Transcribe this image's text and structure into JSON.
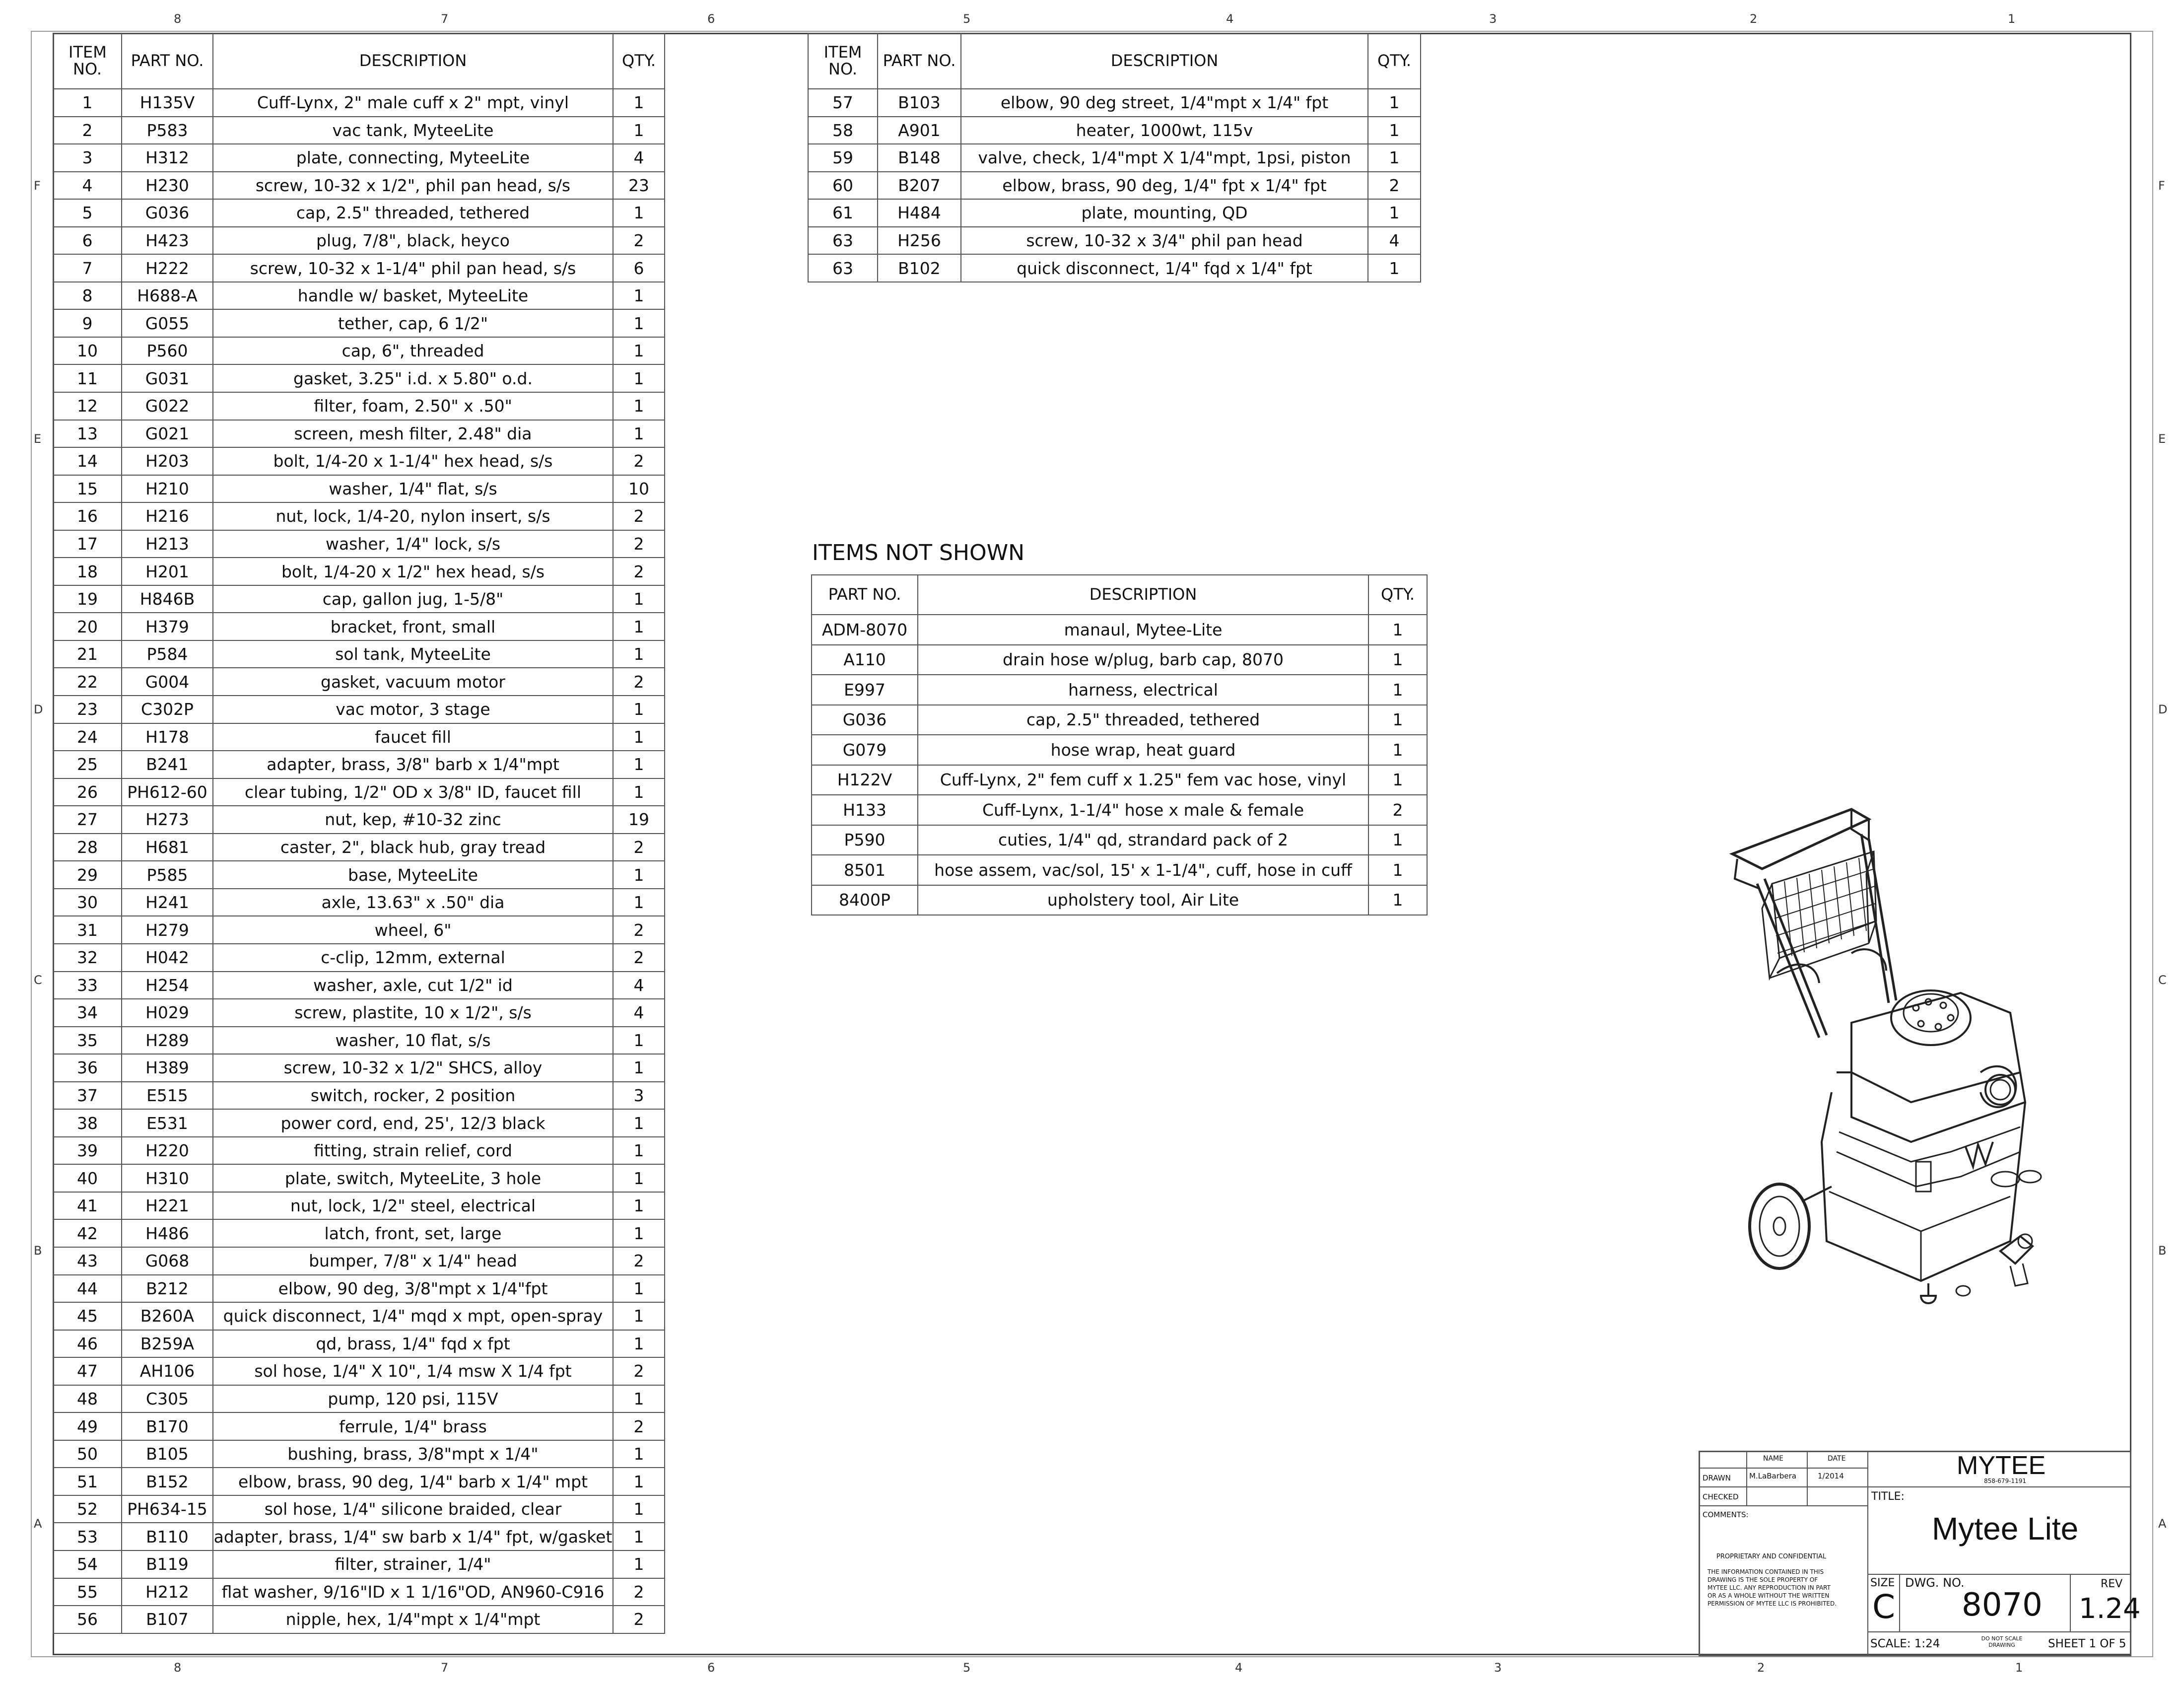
{
  "zones": {
    "columns": [
      "8",
      "7",
      "6",
      "5",
      "4",
      "3",
      "2",
      "1"
    ],
    "rows": [
      "F",
      "E",
      "D",
      "C",
      "B",
      "A"
    ]
  },
  "bom_main": {
    "headers": {
      "item": "ITEM NO.",
      "part": "PART NO.",
      "desc": "DESCRIPTION",
      "qty": "QTY."
    },
    "rows": [
      [
        "1",
        "H135V",
        "Cuff-Lynx, 2\" male cuff x 2\" mpt, vinyl",
        "1"
      ],
      [
        "2",
        "P583",
        "vac tank, MyteeLite",
        "1"
      ],
      [
        "3",
        "H312",
        "plate, connecting, MyteeLite",
        "4"
      ],
      [
        "4",
        "H230",
        "screw, 10-32 x 1/2\", phil pan head, s/s",
        "23"
      ],
      [
        "5",
        "G036",
        "cap, 2.5\" threaded, tethered",
        "1"
      ],
      [
        "6",
        "H423",
        "plug, 7/8\", black, heyco",
        "2"
      ],
      [
        "7",
        "H222",
        "screw, 10-32 x 1-1/4\" phil pan head, s/s",
        "6"
      ],
      [
        "8",
        "H688-A",
        "handle w/ basket, MyteeLite",
        "1"
      ],
      [
        "9",
        "G055",
        "tether, cap, 6 1/2\"",
        "1"
      ],
      [
        "10",
        "P560",
        "cap, 6\", threaded",
        "1"
      ],
      [
        "11",
        "G031",
        "gasket, 3.25\" i.d. x 5.80\" o.d.",
        "1"
      ],
      [
        "12",
        "G022",
        "filter, foam, 2.50\" x .50\"",
        "1"
      ],
      [
        "13",
        "G021",
        "screen, mesh filter, 2.48\" dia",
        "1"
      ],
      [
        "14",
        "H203",
        "bolt, 1/4-20 x 1-1/4\" hex head, s/s",
        "2"
      ],
      [
        "15",
        "H210",
        "washer, 1/4\" flat, s/s",
        "10"
      ],
      [
        "16",
        "H216",
        "nut, lock, 1/4-20, nylon insert, s/s",
        "2"
      ],
      [
        "17",
        "H213",
        "washer, 1/4\" lock, s/s",
        "2"
      ],
      [
        "18",
        "H201",
        "bolt, 1/4-20 x 1/2\" hex head, s/s",
        "2"
      ],
      [
        "19",
        "H846B",
        "cap, gallon jug, 1-5/8\"",
        "1"
      ],
      [
        "20",
        "H379",
        "bracket, front, small",
        "1"
      ],
      [
        "21",
        "P584",
        "sol tank, MyteeLite",
        "1"
      ],
      [
        "22",
        "G004",
        "gasket, vacuum motor",
        "2"
      ],
      [
        "23",
        "C302P",
        "vac motor, 3 stage",
        "1"
      ],
      [
        "24",
        "H178",
        "faucet fill",
        "1"
      ],
      [
        "25",
        "B241",
        "adapter, brass, 3/8\" barb x 1/4\"mpt",
        "1"
      ],
      [
        "26",
        "PH612-60",
        "clear tubing, 1/2\" OD x 3/8\" ID, faucet fill",
        "1"
      ],
      [
        "27",
        "H273",
        "nut, kep, #10-32 zinc",
        "19"
      ],
      [
        "28",
        "H681",
        "caster, 2\", black hub, gray tread",
        "2"
      ],
      [
        "29",
        "P585",
        "base, MyteeLite",
        "1"
      ],
      [
        "30",
        "H241",
        "axle, 13.63\" x .50\" dia",
        "1"
      ],
      [
        "31",
        "H279",
        "wheel, 6\"",
        "2"
      ],
      [
        "32",
        "H042",
        "c-clip, 12mm, external",
        "2"
      ],
      [
        "33",
        "H254",
        "washer, axle, cut 1/2\" id",
        "4"
      ],
      [
        "34",
        "H029",
        "screw, plastite, 10 x 1/2\", s/s",
        "4"
      ],
      [
        "35",
        "H289",
        "washer, 10 flat, s/s",
        "1"
      ],
      [
        "36",
        "H389",
        "screw, 10-32 x 1/2\" SHCS, alloy",
        "1"
      ],
      [
        "37",
        "E515",
        "switch, rocker, 2 position",
        "3"
      ],
      [
        "38",
        "E531",
        "power cord, end, 25', 12/3 black",
        "1"
      ],
      [
        "39",
        "H220",
        "fitting, strain relief, cord",
        "1"
      ],
      [
        "40",
        "H310",
        "plate, switch, MyteeLite, 3 hole",
        "1"
      ],
      [
        "41",
        "H221",
        "nut, lock, 1/2\" steel, electrical",
        "1"
      ],
      [
        "42",
        "H486",
        "latch, front, set, large",
        "1"
      ],
      [
        "43",
        "G068",
        "bumper, 7/8\" x 1/4\" head",
        "2"
      ],
      [
        "44",
        "B212",
        "elbow, 90 deg, 3/8\"mpt x 1/4\"fpt",
        "1"
      ],
      [
        "45",
        "B260A",
        "quick disconnect, 1/4\" mqd x mpt, open-spray",
        "1"
      ],
      [
        "46",
        "B259A",
        "qd, brass, 1/4\" fqd x fpt",
        "1"
      ],
      [
        "47",
        "AH106",
        "sol hose, 1/4\" X 10\", 1/4 msw X 1/4 fpt",
        "2"
      ],
      [
        "48",
        "C305",
        "pump, 120 psi, 115V",
        "1"
      ],
      [
        "49",
        "B170",
        "ferrule, 1/4\" brass",
        "2"
      ],
      [
        "50",
        "B105",
        "bushing, brass, 3/8\"mpt x 1/4\"",
        "1"
      ],
      [
        "51",
        "B152",
        "elbow, brass, 90 deg, 1/4\" barb x 1/4\" mpt",
        "1"
      ],
      [
        "52",
        "PH634-15",
        "sol hose, 1/4\" silicone braided, clear",
        "1"
      ],
      [
        "53",
        "B110",
        "adapter, brass, 1/4\" sw barb x 1/4\" fpt, w/gasket",
        "1"
      ],
      [
        "54",
        "B119",
        "filter, strainer, 1/4\"",
        "1"
      ],
      [
        "55",
        "H212",
        "flat washer, 9/16\"ID x 1 1/16\"OD, AN960-C916",
        "2"
      ],
      [
        "56",
        "B107",
        "nipple, hex, 1/4\"mpt x 1/4\"mpt",
        "2"
      ]
    ]
  },
  "bom_second": {
    "headers": {
      "item": "ITEM NO.",
      "part": "PART NO.",
      "desc": "DESCRIPTION",
      "qty": "QTY."
    },
    "rows": [
      [
        "57",
        "B103",
        "elbow, 90 deg street, 1/4\"mpt x 1/4\" fpt",
        "1"
      ],
      [
        "58",
        "A901",
        "heater, 1000wt, 115v",
        "1"
      ],
      [
        "59",
        "B148",
        "valve, check, 1/4\"mpt X 1/4\"mpt, 1psi, piston",
        "1"
      ],
      [
        "60",
        "B207",
        "elbow, brass, 90 deg, 1/4\" fpt x 1/4\" fpt",
        "2"
      ],
      [
        "61",
        "H484",
        "plate, mounting, QD",
        "1"
      ],
      [
        "63",
        "H256",
        "screw, 10-32 x 3/4\" phil pan head",
        "4"
      ],
      [
        "63",
        "B102",
        "quick disconnect, 1/4\" fqd x 1/4\" fpt",
        "1"
      ]
    ]
  },
  "items_not_shown": {
    "title": "ITEMS NOT SHOWN",
    "headers": {
      "part": "PART NO.",
      "desc": "DESCRIPTION",
      "qty": "QTY."
    },
    "rows": [
      [
        "ADM-8070",
        "manaul, Mytee-Lite",
        "1"
      ],
      [
        "A110",
        "drain hose w/plug, barb cap, 8070",
        "1"
      ],
      [
        "E997",
        "harness, electrical",
        "1"
      ],
      [
        "G036",
        "cap, 2.5\" threaded, tethered",
        "1"
      ],
      [
        "G079",
        "hose wrap, heat guard",
        "1"
      ],
      [
        "H122V",
        "Cuff-Lynx, 2\" fem cuff x 1.25\" fem vac hose, vinyl",
        "1"
      ],
      [
        "H133",
        "Cuff-Lynx, 1-1/4\" hose x male & female",
        "2"
      ],
      [
        "P590",
        "cuties, 1/4\" qd, strandard pack of 2",
        "1"
      ],
      [
        "8501",
        "hose assem, vac/sol, 15' x 1-1/4\", cuff, hose in cuff",
        "1"
      ],
      [
        "8400P",
        "upholstery tool, Air Lite",
        "1"
      ]
    ]
  },
  "title_block": {
    "name_header": "NAME",
    "date_header": "DATE",
    "drawn_label": "DRAWN",
    "drawn_name": "M.LaBarbera",
    "drawn_date": "1/2014",
    "checked_label": "CHECKED",
    "comments_label": "COMMENTS:",
    "proprietary_title": "PROPRIETARY AND CONFIDENTIAL",
    "proprietary_lines": [
      "THE INFORMATION CONTAINED IN THIS",
      "DRAWING IS THE SOLE PROPERTY OF",
      "MYTEE LLC.  ANY REPRODUCTION IN PART",
      "OR AS A WHOLE WITHOUT THE WRITTEN",
      "PERMISSION OF MYTEE LLC IS PROHIBITED."
    ],
    "company": "MYTEE",
    "phone": "858-679-1191",
    "title_label": "TITLE:",
    "title": "Mytee Lite",
    "size_label": "SIZE",
    "size": "C",
    "dwg_label": "DWG.  NO.",
    "dwg_no": "8070",
    "rev_label": "REV",
    "rev": "1.24",
    "scale": "SCALE: 1:24",
    "do_not_scale": "DO NOT SCALE DRAWING",
    "sheet": "SHEET 1 OF 5"
  }
}
